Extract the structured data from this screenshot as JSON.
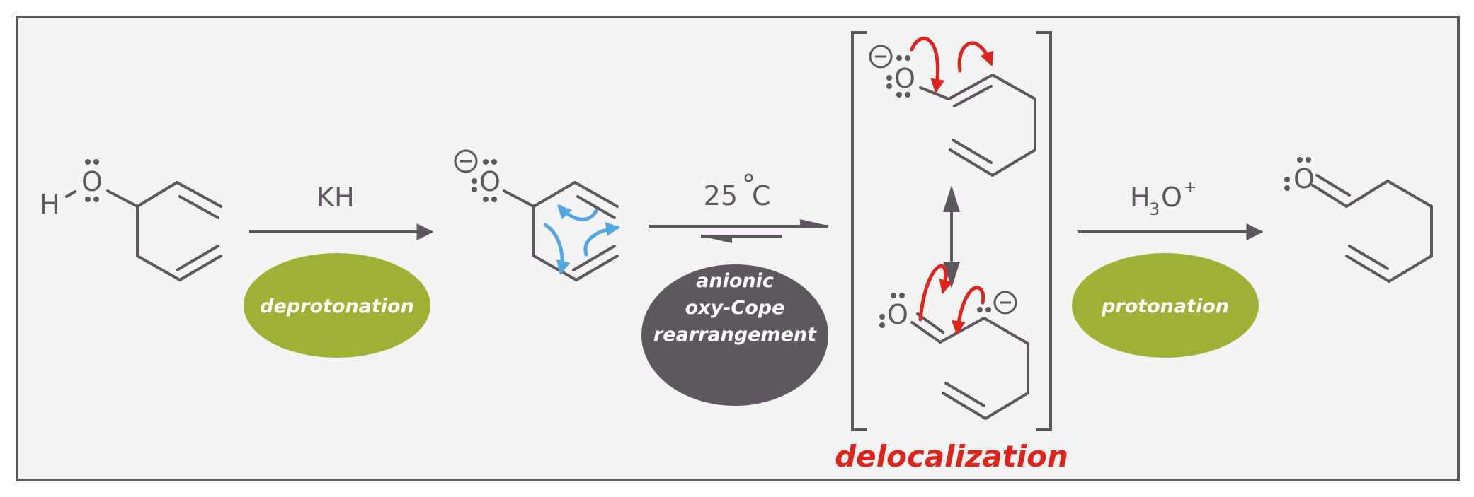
{
  "colors": {
    "frame": "#5f575f",
    "panel": "#f3f3f3",
    "bond": "#5f575f",
    "olive": "#9fb034",
    "dark_ellipse": "#5f575f",
    "red_arrow": "#e0241b",
    "blue_arrow": "#52a7e0"
  },
  "atoms": {
    "hydrogen": "H",
    "oxygen": "O",
    "minus_sign": "−"
  },
  "step1": {
    "reagent": "KH",
    "label": "deprotonation"
  },
  "step2": {
    "condition_value": "25",
    "condition_degree": "°",
    "condition_unit": "C",
    "label_lines": [
      "anionic",
      "oxy-Cope",
      "rearrangement"
    ]
  },
  "intermediate": {
    "caption": "delocalization"
  },
  "step3": {
    "reagent_h": "H",
    "reagent_sub": "3",
    "reagent_o": "O",
    "reagent_sup": "+",
    "label": "protonation"
  },
  "icons": {
    "reaction_arrow": "arrow-right-icon",
    "equilibrium": "equilibrium-arrows-icon",
    "resonance": "resonance-double-arrow-icon",
    "curved_arrow_red": "curved-arrow-red-icon",
    "curved_arrow_blue": "curved-arrow-blue-icon"
  }
}
